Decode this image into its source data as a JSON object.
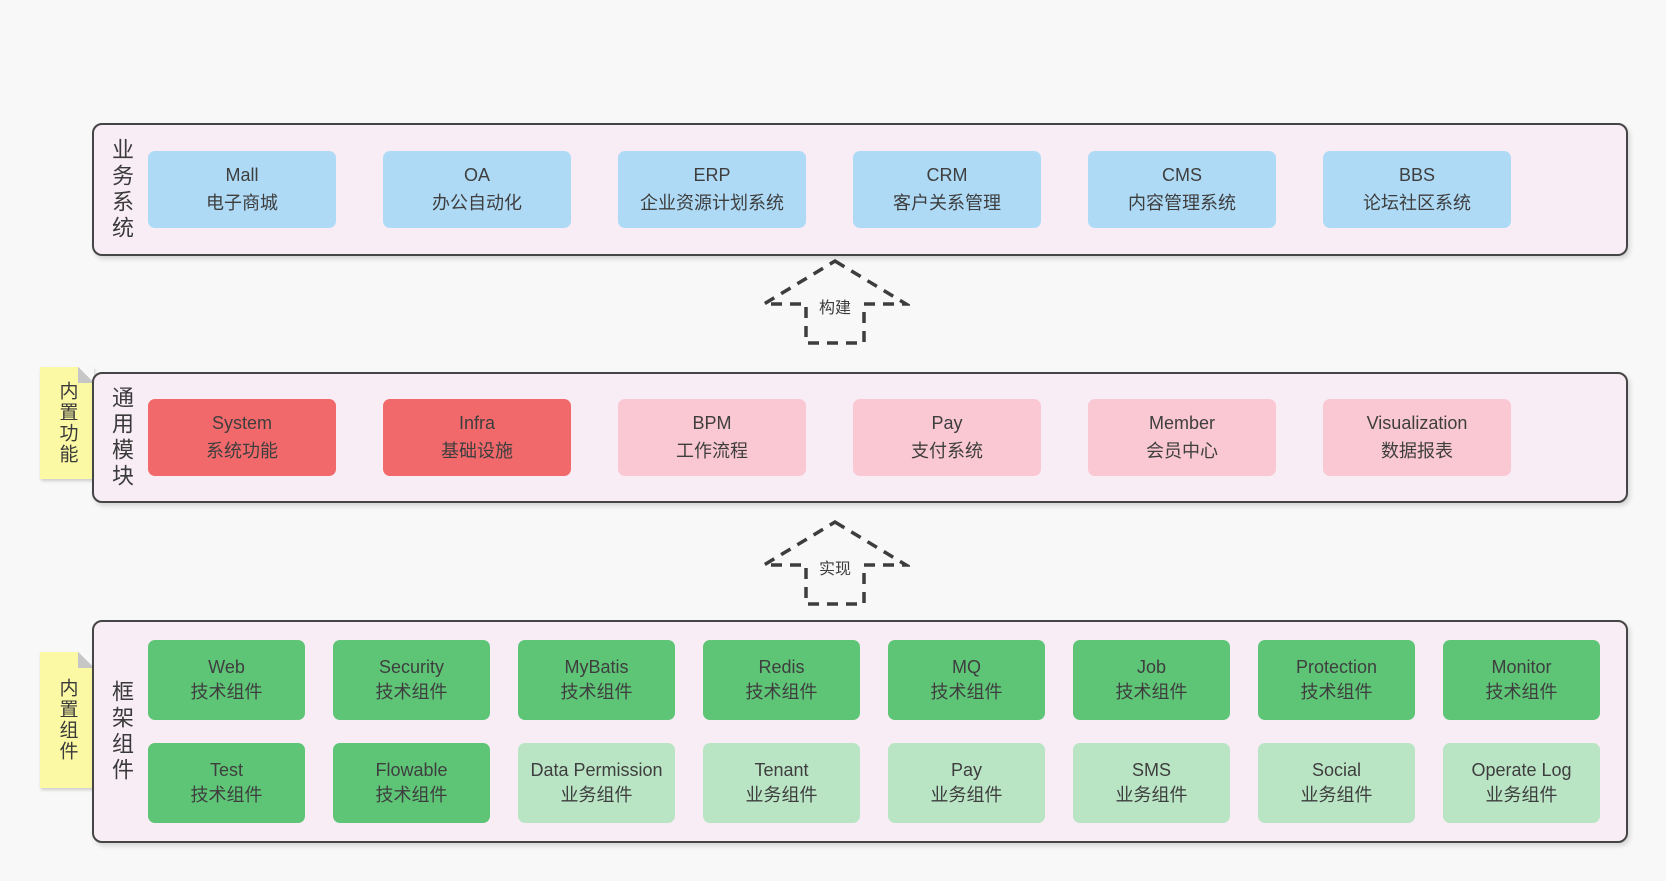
{
  "colors": {
    "page_bg": "#f8f8f8",
    "layer_bg": "#f8edf5",
    "layer_border": "#454545",
    "blue_box": "#aedaf6",
    "red_box": "#f2696b",
    "pink_box": "#f9c8d2",
    "green_box": "#5ec577",
    "light_green_box": "#bae5c5",
    "sticky_yellow": "#fbf9a3",
    "sticky_fold": "#c6c6c6",
    "text": "#3e3e3e"
  },
  "arrows": [
    {
      "label": "构建"
    },
    {
      "label": "实现"
    }
  ],
  "layers": [
    {
      "label": "业务系统",
      "boxes": [
        {
          "title": "Mall",
          "subtitle": "电子商城"
        },
        {
          "title": "OA",
          "subtitle": "办公自动化"
        },
        {
          "title": "ERP",
          "subtitle": "企业资源计划系统"
        },
        {
          "title": "CRM",
          "subtitle": "客户关系管理"
        },
        {
          "title": "CMS",
          "subtitle": "内容管理系统"
        },
        {
          "title": "BBS",
          "subtitle": "论坛社区系统"
        }
      ]
    },
    {
      "label": "通用模块",
      "note": "内置功能",
      "boxes": [
        {
          "title": "System",
          "subtitle": "系统功能"
        },
        {
          "title": "Infra",
          "subtitle": "基础设施"
        },
        {
          "title": "BPM",
          "subtitle": "工作流程"
        },
        {
          "title": "Pay",
          "subtitle": "支付系统"
        },
        {
          "title": "Member",
          "subtitle": "会员中心"
        },
        {
          "title": "Visualization",
          "subtitle": "数据报表"
        }
      ]
    },
    {
      "label": "框架组件",
      "note": "内置组件",
      "rows": [
        [
          {
            "title": "Web",
            "subtitle": "技术组件"
          },
          {
            "title": "Security",
            "subtitle": "技术组件"
          },
          {
            "title": "MyBatis",
            "subtitle": "技术组件"
          },
          {
            "title": "Redis",
            "subtitle": "技术组件"
          },
          {
            "title": "MQ",
            "subtitle": "技术组件"
          },
          {
            "title": "Job",
            "subtitle": "技术组件"
          },
          {
            "title": "Protection",
            "subtitle": "技术组件"
          },
          {
            "title": "Monitor",
            "subtitle": "技术组件"
          }
        ],
        [
          {
            "title": "Test",
            "subtitle": "技术组件"
          },
          {
            "title": "Flowable",
            "subtitle": "技术组件"
          },
          {
            "title": "Data Permission",
            "subtitle": "业务组件"
          },
          {
            "title": "Tenant",
            "subtitle": "业务组件"
          },
          {
            "title": "Pay",
            "subtitle": "业务组件"
          },
          {
            "title": "SMS",
            "subtitle": "业务组件"
          },
          {
            "title": "Social",
            "subtitle": "业务组件"
          },
          {
            "title": "Operate Log",
            "subtitle": "业务组件"
          }
        ]
      ]
    }
  ]
}
